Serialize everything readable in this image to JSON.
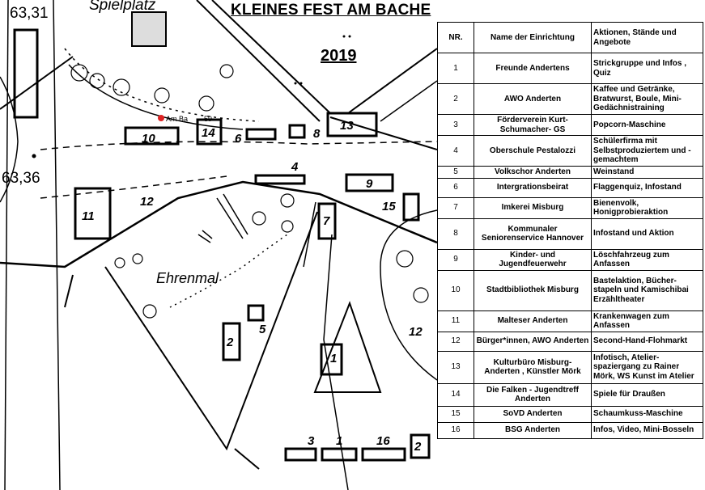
{
  "title": "KLEINES FEST AM BACHE",
  "year": "2019",
  "map": {
    "spot_height_1": "63,31",
    "spot_height_2": "63,36",
    "label_spielplatz": "Spielplatz",
    "label_ehrenmal": "Ehrenmal",
    "pin_label": "Am Ba",
    "pin_label_suffix": "59",
    "stand_numbers": {
      "s10": "10",
      "s14": "14",
      "s6": "6",
      "s8": "8",
      "s13": "13",
      "s4": "4",
      "s9": "9",
      "s15": "15",
      "s11": "11",
      "s12a": "12",
      "s7": "7",
      "s5": "5",
      "s2a": "2",
      "s1a": "1",
      "s12b": "12",
      "s3": "3",
      "s1b": "1",
      "s16": "16",
      "s2b": "2"
    }
  },
  "table": {
    "headers": {
      "nr": "NR.",
      "name": "Name der Einrichtung",
      "actions": "Aktionen, Stände und Angebote"
    },
    "rows": [
      {
        "nr": "1",
        "name": "Freunde Andertens",
        "actions": "Strickgruppe und Infos , Quiz"
      },
      {
        "nr": "2",
        "name": "AWO Anderten",
        "actions": "Kaffee und Getränke, Bratwurst, Boule, Mini-Gedächnistraining"
      },
      {
        "nr": "3",
        "name": "Förderverein Kurt-Schumacher- GS",
        "actions": "Popcorn-Maschine"
      },
      {
        "nr": "4",
        "name": "Oberschule Pestalozzi",
        "actions": "Schülerfirma  mit Selbstproduziertem und -gemachtem"
      },
      {
        "nr": "5",
        "name": "Volkschor Anderten",
        "actions": "Weinstand"
      },
      {
        "nr": "6",
        "name": "Intergrationsbeirat",
        "actions": "Flaggenquiz, Infostand"
      },
      {
        "nr": "7",
        "name": "Imkerei Misburg",
        "actions": "Bienenvolk, Honigprobieraktion"
      },
      {
        "nr": "8",
        "name": "Kommunaler Seniorenservice Hannover",
        "actions": "Infostand und Aktion"
      },
      {
        "nr": "9",
        "name": "Kinder- und Jugendfeuerwehr",
        "actions": "Löschfahrzeug zum Anfassen"
      },
      {
        "nr": "10",
        "name": "Stadtbibliothek Misburg",
        "actions": "Bastelaktion, Bücher-stapeln und Kamischibai Erzähltheater"
      },
      {
        "nr": "11",
        "name": "Malteser Anderten",
        "actions": "Krankenwagen zum Anfassen"
      },
      {
        "nr": "12",
        "name": "Bürger*innen, AWO Anderten",
        "actions": "Second-Hand-Flohmarkt"
      },
      {
        "nr": "13",
        "name": "Kulturbüro Misburg-Anderten , Künstler Mörk",
        "actions": "Infotisch, Atelier-spaziergang zu Rainer Mörk, WS Kunst im Atelier"
      },
      {
        "nr": "14",
        "name": "Die Falken - Jugendtreff Anderten",
        "actions": "Spiele für Draußen"
      },
      {
        "nr": "15",
        "name": "SoVD Anderten",
        "actions": "Schaumkuss-Maschine"
      },
      {
        "nr": "16",
        "name": "BSG Anderten",
        "actions": "Infos, Video, Mini-Bosseln"
      }
    ]
  }
}
